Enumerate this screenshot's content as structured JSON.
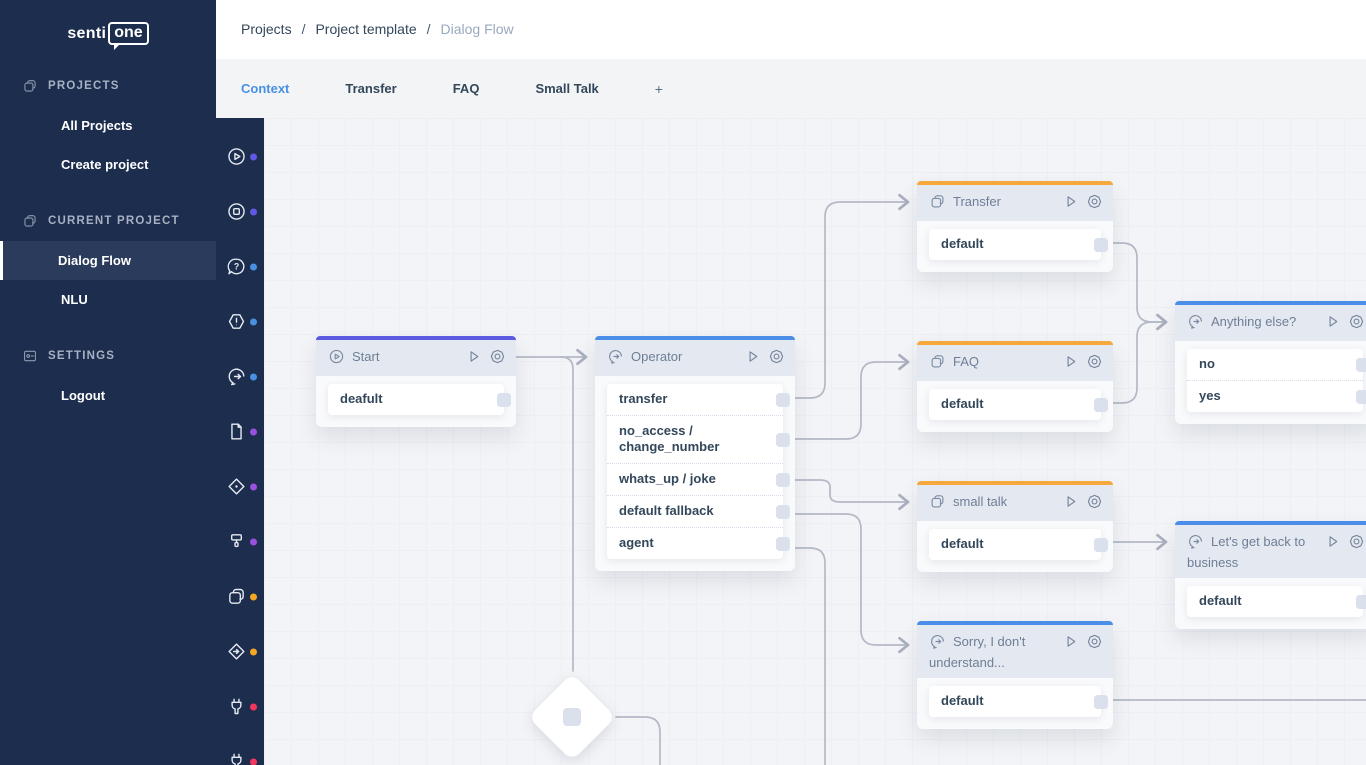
{
  "colors": {
    "navy": "#1D2D4D",
    "navy-active": "#2B3B5B",
    "indigo": "#5B5BE0",
    "blue": "#4A8EE8",
    "orange": "#F7A83D",
    "tab-active": "#4A90E2",
    "dot-indigo": "#6159E6",
    "dot-blue": "#4A90E2",
    "dot-purple": "#9B51E0",
    "dot-orange": "#F5A623",
    "dot-pink": "#F5365C",
    "connector": "#B4B9C6"
  },
  "brand": {
    "senti": "senti",
    "one": "one"
  },
  "sidebar": {
    "sections": [
      {
        "label": "PROJECTS",
        "items": [
          "All Projects",
          "Create project"
        ]
      },
      {
        "label": "CURRENT PROJECT",
        "items": [
          "Dialog Flow",
          "NLU"
        ]
      },
      {
        "label": "SETTINGS",
        "items": [
          "Logout"
        ]
      }
    ],
    "active_item": "Dialog Flow"
  },
  "breadcrumb": {
    "separator": "/",
    "items": [
      "Projects",
      "Project template",
      "Dialog Flow"
    ]
  },
  "tabs": {
    "active": "Context",
    "items": [
      "Context",
      "Transfer",
      "FAQ",
      "Small Talk"
    ],
    "add_label": "+"
  },
  "toolbar": {
    "tools": [
      {
        "icon": "play-circle",
        "dot": "indigo"
      },
      {
        "icon": "stop-circle",
        "dot": "indigo"
      },
      {
        "icon": "question-bubble",
        "dot": "blue"
      },
      {
        "icon": "warning-hexagon",
        "dot": "blue"
      },
      {
        "icon": "chat-arrow",
        "dot": "blue"
      },
      {
        "icon": "document",
        "dot": "purple"
      },
      {
        "icon": "diamond-dot",
        "dot": "purple"
      },
      {
        "icon": "paint-brush",
        "dot": "purple"
      },
      {
        "icon": "copy-cards",
        "dot": "orange"
      },
      {
        "icon": "diamond-arrow",
        "dot": "orange"
      },
      {
        "icon": "plug",
        "dot": "pink"
      },
      {
        "icon": "plug",
        "dot": "pink"
      }
    ]
  },
  "canvas": {
    "nodes": {
      "start": {
        "title": "Start",
        "rows": [
          "deafult"
        ]
      },
      "operator": {
        "title": "Operator",
        "rows": [
          "transfer",
          "no_access / change_number",
          "whats_up / joke",
          "default fallback",
          "agent"
        ]
      },
      "transfer": {
        "title": "Transfer",
        "rows": [
          "default"
        ]
      },
      "faq": {
        "title": "FAQ",
        "rows": [
          "default"
        ]
      },
      "small_talk": {
        "title": "small talk",
        "rows": [
          "default"
        ]
      },
      "sorry": {
        "title": "Sorry, I don't understand...",
        "rows": [
          "default"
        ]
      },
      "anything_else": {
        "title": "Anything else?",
        "rows": [
          "no",
          "yes"
        ]
      },
      "back_to_business": {
        "title": "Let's get back to business",
        "rows": [
          "default"
        ]
      }
    }
  }
}
